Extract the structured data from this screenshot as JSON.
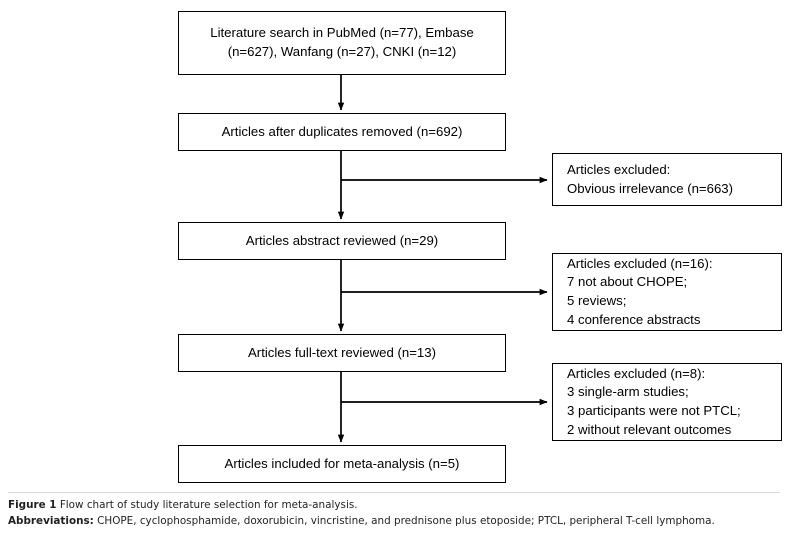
{
  "figure": {
    "type": "flow-chart",
    "title_label": "Figure 1",
    "caption_text": " Flow chart of study literature selection for meta-analysis.",
    "abbrev_label": "Abbreviations:",
    "abbrev_text": " CHOPE, cyclophosphamide, doxorubicin, vincristine, and prednisone plus etoposide; PTCL, peripheral T-cell lymphoma."
  },
  "colors": {
    "border": "#000000",
    "background": "#ffffff",
    "text": "#000000",
    "caption_text": "#231f20"
  },
  "flow": {
    "main_nodes": [
      {
        "id": "search",
        "text": "Literature search in PubMed (n=77), Embase\n(n=627), Wanfang (n=27), CNKI (n=12)"
      },
      {
        "id": "dedup",
        "text": "Articles after duplicates removed (n=692)"
      },
      {
        "id": "abstract",
        "text": "Articles abstract reviewed (n=29)"
      },
      {
        "id": "fulltext",
        "text": "Articles full-text reviewed (n=13)"
      },
      {
        "id": "included",
        "text": "Articles included for meta-analysis (n=5)"
      }
    ],
    "exclusion_nodes": [
      {
        "id": "excl-1",
        "text": "Articles excluded:\n   Obvious irrelevance (n=663)"
      },
      {
        "id": "excl-2",
        "text": "Articles excluded (n=16):\n   7 not about CHOPE;\n   5 reviews;\n   4 conference abstracts"
      },
      {
        "id": "excl-3",
        "text": "Articles excluded (n=8):\n   3 single-arm studies;\n   3 participants were not PTCL;\n   2 without relevant outcomes"
      }
    ],
    "counts": {
      "pubmed": 77,
      "embase": 627,
      "wanfang": 27,
      "cnki": 12,
      "after_duplicates_removed": 692,
      "abstract_reviewed": 29,
      "full_text_reviewed": 13,
      "included_meta_analysis": 5,
      "excluded_obvious_irrelevance": 663,
      "excluded_after_abstract": 16,
      "excluded_not_about_chope": 7,
      "excluded_reviews": 5,
      "excluded_conference_abstracts": 4,
      "excluded_after_fulltext": 8,
      "excluded_single_arm": 3,
      "excluded_not_ptcl": 3,
      "excluded_no_outcomes": 2
    }
  }
}
